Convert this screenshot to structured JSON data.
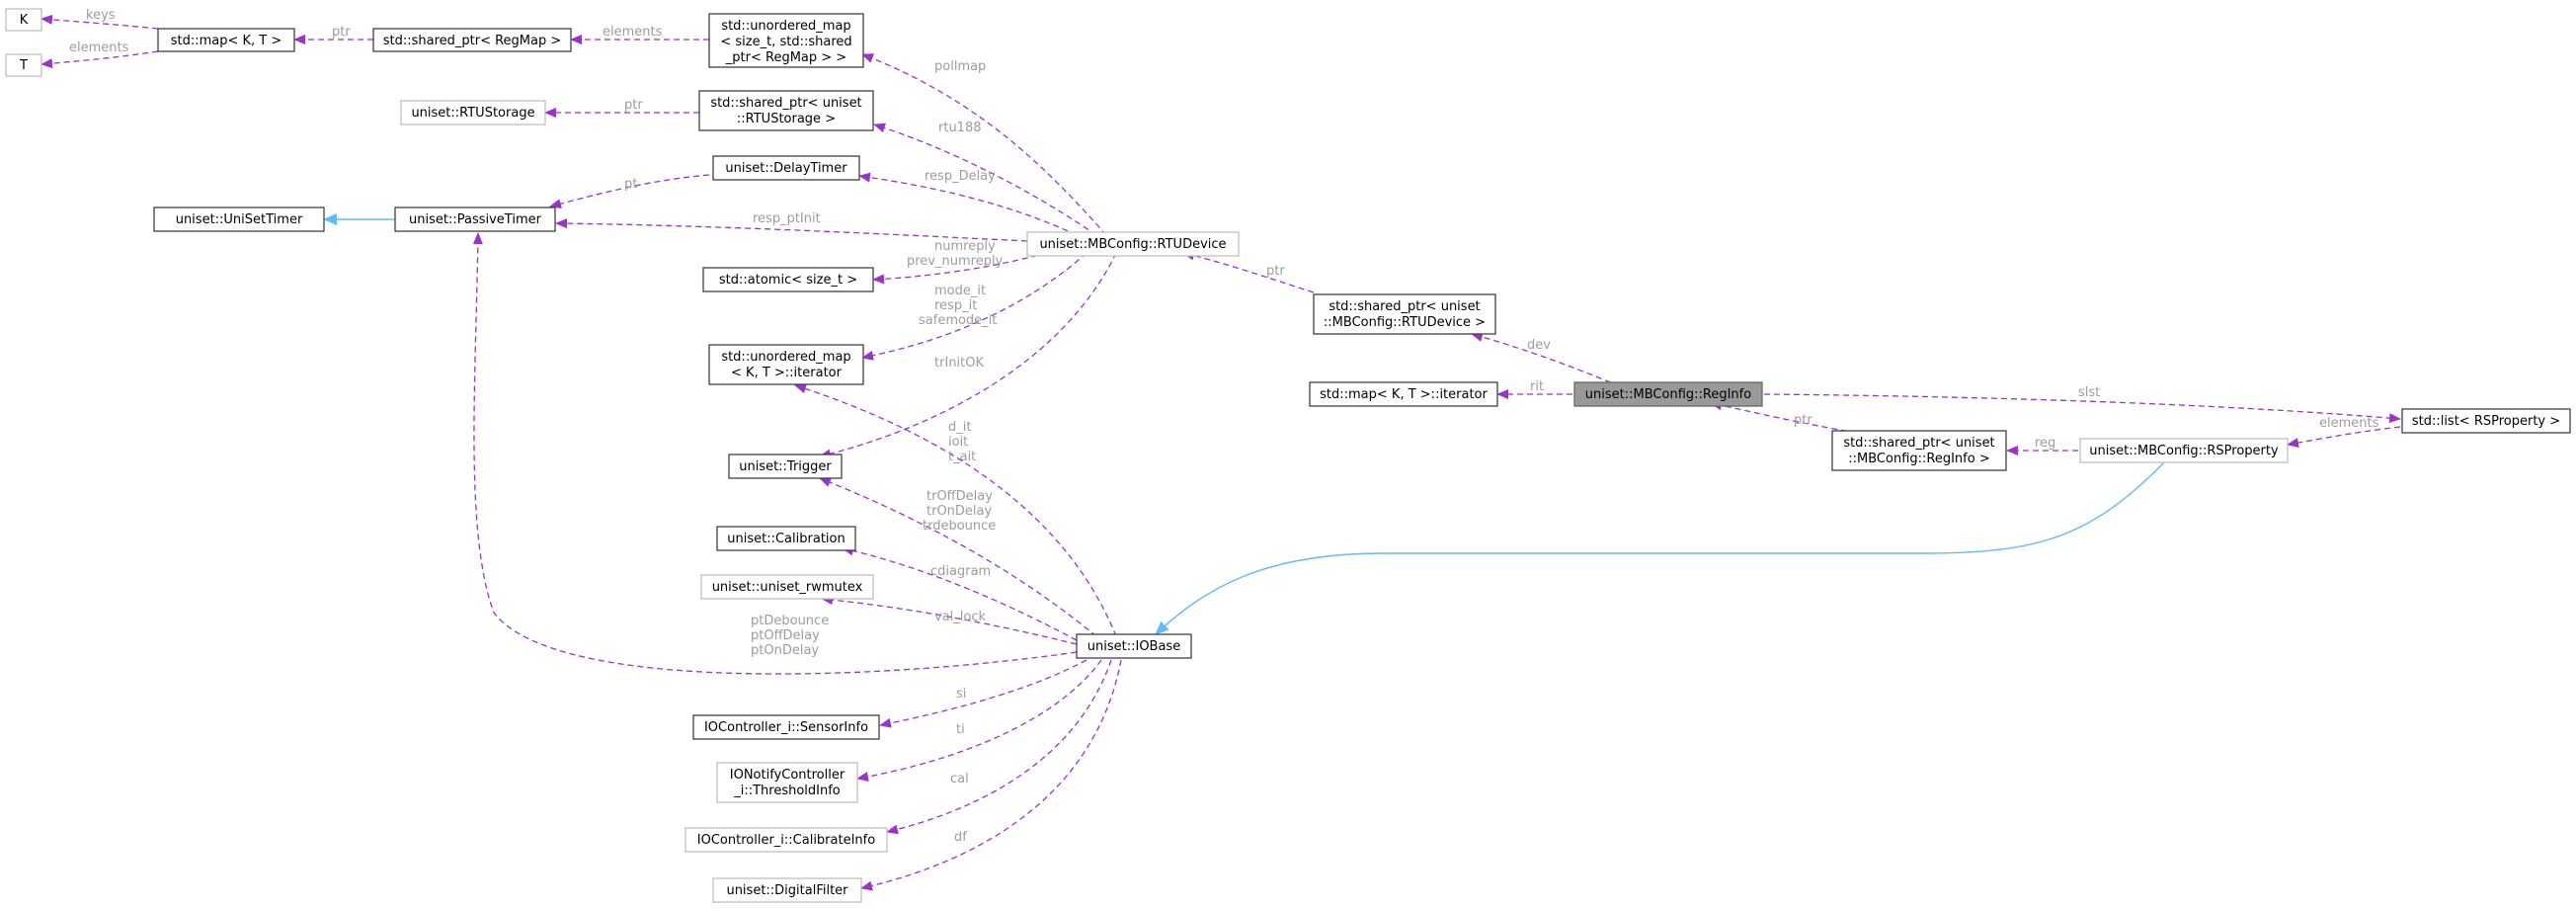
{
  "diagram": {
    "colors": {
      "usage_edge": "#9a32cd",
      "inherit_edge": "#63b8ff",
      "edge_label": "#9c9c9c",
      "focus_fill": "#999999"
    },
    "nodes": {
      "k": "K",
      "t": "T",
      "map_kt": "std::map< K, T >",
      "shared_regmap": "std::shared_ptr< RegMap >",
      "unordered_map_regmap": [
        "std::unordered_map",
        "< size_t, std::shared",
        "_ptr< RegMap > >"
      ],
      "rtustorage": "uniset::RTUStorage",
      "shared_rtustorage": [
        "std::shared_ptr< uniset",
        "::RTUStorage >"
      ],
      "delaytimer": "uniset::DelayTimer",
      "unisettimer": "uniset::UniSetTimer",
      "passivetimer": "uniset::PassiveTimer",
      "rtudevice": "uniset::MBConfig::RTUDevice",
      "atomic": "std::atomic< size_t >",
      "unordered_map_iter": [
        "std::unordered_map",
        "< K, T >::iterator"
      ],
      "trigger": "uniset::Trigger",
      "calibration": "uniset::Calibration",
      "rwmutex": "uniset::uniset_rwmutex",
      "iobase": "uniset::IOBase",
      "sensorinfo": "IOController_i::SensorInfo",
      "thresholdinfo": [
        "IONotifyController",
        "_i::ThresholdInfo"
      ],
      "calibrateinfo": "IOController_i::CalibrateInfo",
      "digitalfilter": "uniset::DigitalFilter",
      "shared_rtudevice": [
        "std::shared_ptr< uniset",
        "::MBConfig::RTUDevice >"
      ],
      "map_iter": "std::map< K, T >::iterator",
      "reginfo": "uniset::MBConfig::RegInfo",
      "shared_reginfo": [
        "std::shared_ptr< uniset",
        "::MBConfig::RegInfo >"
      ],
      "rsproperty": "uniset::MBConfig::RSProperty",
      "list_rsproperty": "std::list< RSProperty >"
    },
    "edge_labels": {
      "keys": "keys",
      "elements_t": "elements",
      "ptr_map": "ptr",
      "elements_regmap": "elements",
      "pollmap": "pollmap",
      "ptr_rtustorage": "ptr",
      "rtu188": "rtu188",
      "pt": "pt",
      "resp_delay": "resp_Delay",
      "resp_ptinit": "resp_ptInit",
      "numreply": [
        "numreply",
        "prev_numreply"
      ],
      "mode_it": [
        "mode_it",
        "resp_it",
        "safemode_it"
      ],
      "trinitok": "trInitOK",
      "d_it": [
        "d_it",
        "ioit",
        "t_ait"
      ],
      "troffdelay": [
        "trOffDelay",
        "trOnDelay",
        "trdebounce"
      ],
      "cdiagram": "cdiagram",
      "val_lock": "val_lock",
      "ptdebounce": [
        "ptDebounce",
        "ptOffDelay",
        "ptOnDelay"
      ],
      "si": "si",
      "ti": "ti",
      "cal": "cal",
      "df": "df",
      "ptr_rtudevice": "ptr",
      "dev": "dev",
      "rit": "rit",
      "slst": "slst",
      "ptr_reginfo": "ptr",
      "reg": "reg",
      "elements_rsproperty": "elements"
    }
  }
}
